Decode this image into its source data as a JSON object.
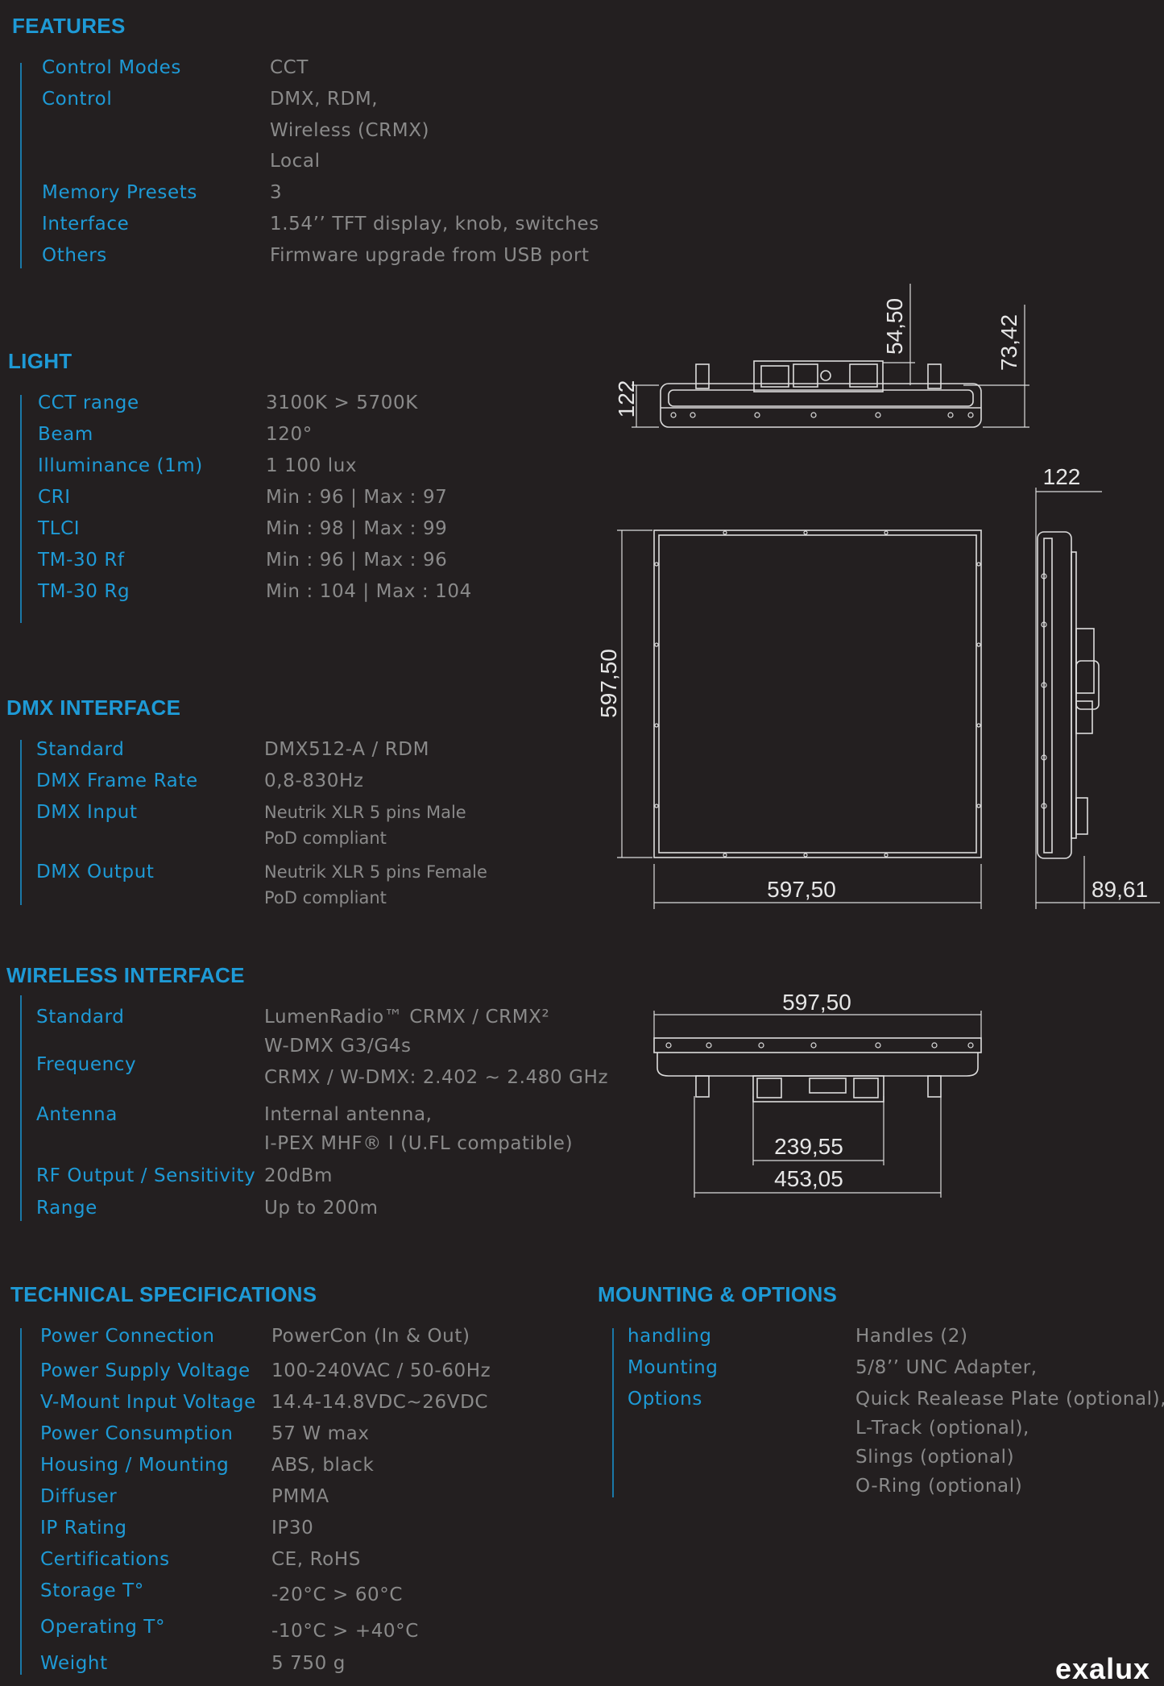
{
  "features": {
    "title": "FEATURES",
    "rows": [
      {
        "label": "Control Modes",
        "values": [
          "CCT"
        ]
      },
      {
        "label": "Control",
        "values": [
          "DMX, RDM,",
          "Wireless (CRMX)",
          "Local"
        ]
      },
      {
        "label": "Memory Presets",
        "values": [
          "3"
        ]
      },
      {
        "label": "Interface",
        "values": [
          "1.54’’ TFT display, knob, switches"
        ]
      },
      {
        "label": "Others",
        "values": [
          "Firmware upgrade from USB port"
        ]
      }
    ]
  },
  "light": {
    "title": "LIGHT",
    "rows": [
      {
        "label": "CCT range",
        "value": "3100K > 5700K"
      },
      {
        "label": "Beam",
        "value": "120°"
      },
      {
        "label": "Illuminance (1m)",
        "value": "1 100 lux"
      },
      {
        "label": "CRI",
        "value": "Min : 96 | Max : 97"
      },
      {
        "label": "TLCI",
        "value": "Min : 98 | Max : 99"
      },
      {
        "label": "TM-30 Rf",
        "value": "Min : 96 | Max : 96"
      },
      {
        "label": "TM-30 Rg",
        "value": "Min : 104 | Max : 104"
      }
    ]
  },
  "dmx": {
    "title": "DMX INTERFACE",
    "rows": [
      {
        "label": "Standard",
        "values": [
          "DMX512-A / RDM"
        ]
      },
      {
        "label": "DMX Frame Rate",
        "values": [
          "0,8-830Hz"
        ]
      },
      {
        "label": "DMX Input",
        "values": [
          "Neutrik XLR 5 pins Male",
          "PoD compliant"
        ]
      },
      {
        "label": "DMX Output",
        "values": [
          "Neutrik XLR 5 pins Female",
          "PoD compliant"
        ]
      }
    ]
  },
  "wireless": {
    "title": "WIRELESS INTERFACE",
    "rows": [
      {
        "label": "Standard",
        "values": [
          "LumenRadio™ CRMX / CRMX²"
        ]
      },
      {
        "label": "Frequency",
        "values": [
          "W-DMX G3/G4s",
          "CRMX / W-DMX: 2.402 ~ 2.480 GHz"
        ]
      },
      {
        "label": "Antenna",
        "values": [
          "Internal antenna,",
          "I-PEX MHF® I (U.FL compatible)"
        ]
      },
      {
        "label": "RF Output / Sensitivity",
        "values": [
          "20dBm"
        ]
      },
      {
        "label": "Range",
        "values": [
          "Up to 200m"
        ]
      }
    ]
  },
  "tech": {
    "title": "TECHNICAL SPECIFICATIONS",
    "rows": [
      {
        "label": "Power Connection",
        "value": "PowerCon (In & Out)"
      },
      {
        "label": "Power Supply Voltage",
        "value": "100-240VAC / 50-60Hz"
      },
      {
        "label": "V-Mount Input Voltage",
        "value": "14.4-14.8VDC~26VDC"
      },
      {
        "label": "Power Consumption",
        "value": "57 W max"
      },
      {
        "label": "Housing / Mounting",
        "value": "ABS, black"
      },
      {
        "label": "Diffuser",
        "value": "PMMA"
      },
      {
        "label": "IP Rating",
        "value": "IP30"
      },
      {
        "label": "Certifications",
        "value": "CE, RoHS"
      },
      {
        "label": "Storage T°",
        "value": "-20°C > 60°C"
      },
      {
        "label": "Operating T°",
        "value": "-10°C > +40°C"
      },
      {
        "label": "Weight",
        "value": "5 750 g"
      }
    ]
  },
  "mounting": {
    "title": "MOUNTING & OPTIONS",
    "rows": [
      {
        "label": "handling",
        "values": [
          "Handles (2)"
        ]
      },
      {
        "label": "Mounting",
        "values": [
          "5/8’’ UNC Adapter,"
        ]
      },
      {
        "label": "Options",
        "values": [
          "Quick Realease Plate (optional),",
          "L-Track (optional),",
          "Slings (optional)",
          "O-Ring (optional)"
        ]
      }
    ]
  },
  "drawings": {
    "top_view": {
      "d1": "54,50",
      "d2": "73,42",
      "d3": "122"
    },
    "front_view": {
      "height": "597,50",
      "width": "597,50",
      "depth_top": "122",
      "depth_bottom": "89,61"
    },
    "bottom_view": {
      "width": "597,50",
      "inner": "239,55",
      "outer": "453,05"
    }
  },
  "brand": "exalux"
}
